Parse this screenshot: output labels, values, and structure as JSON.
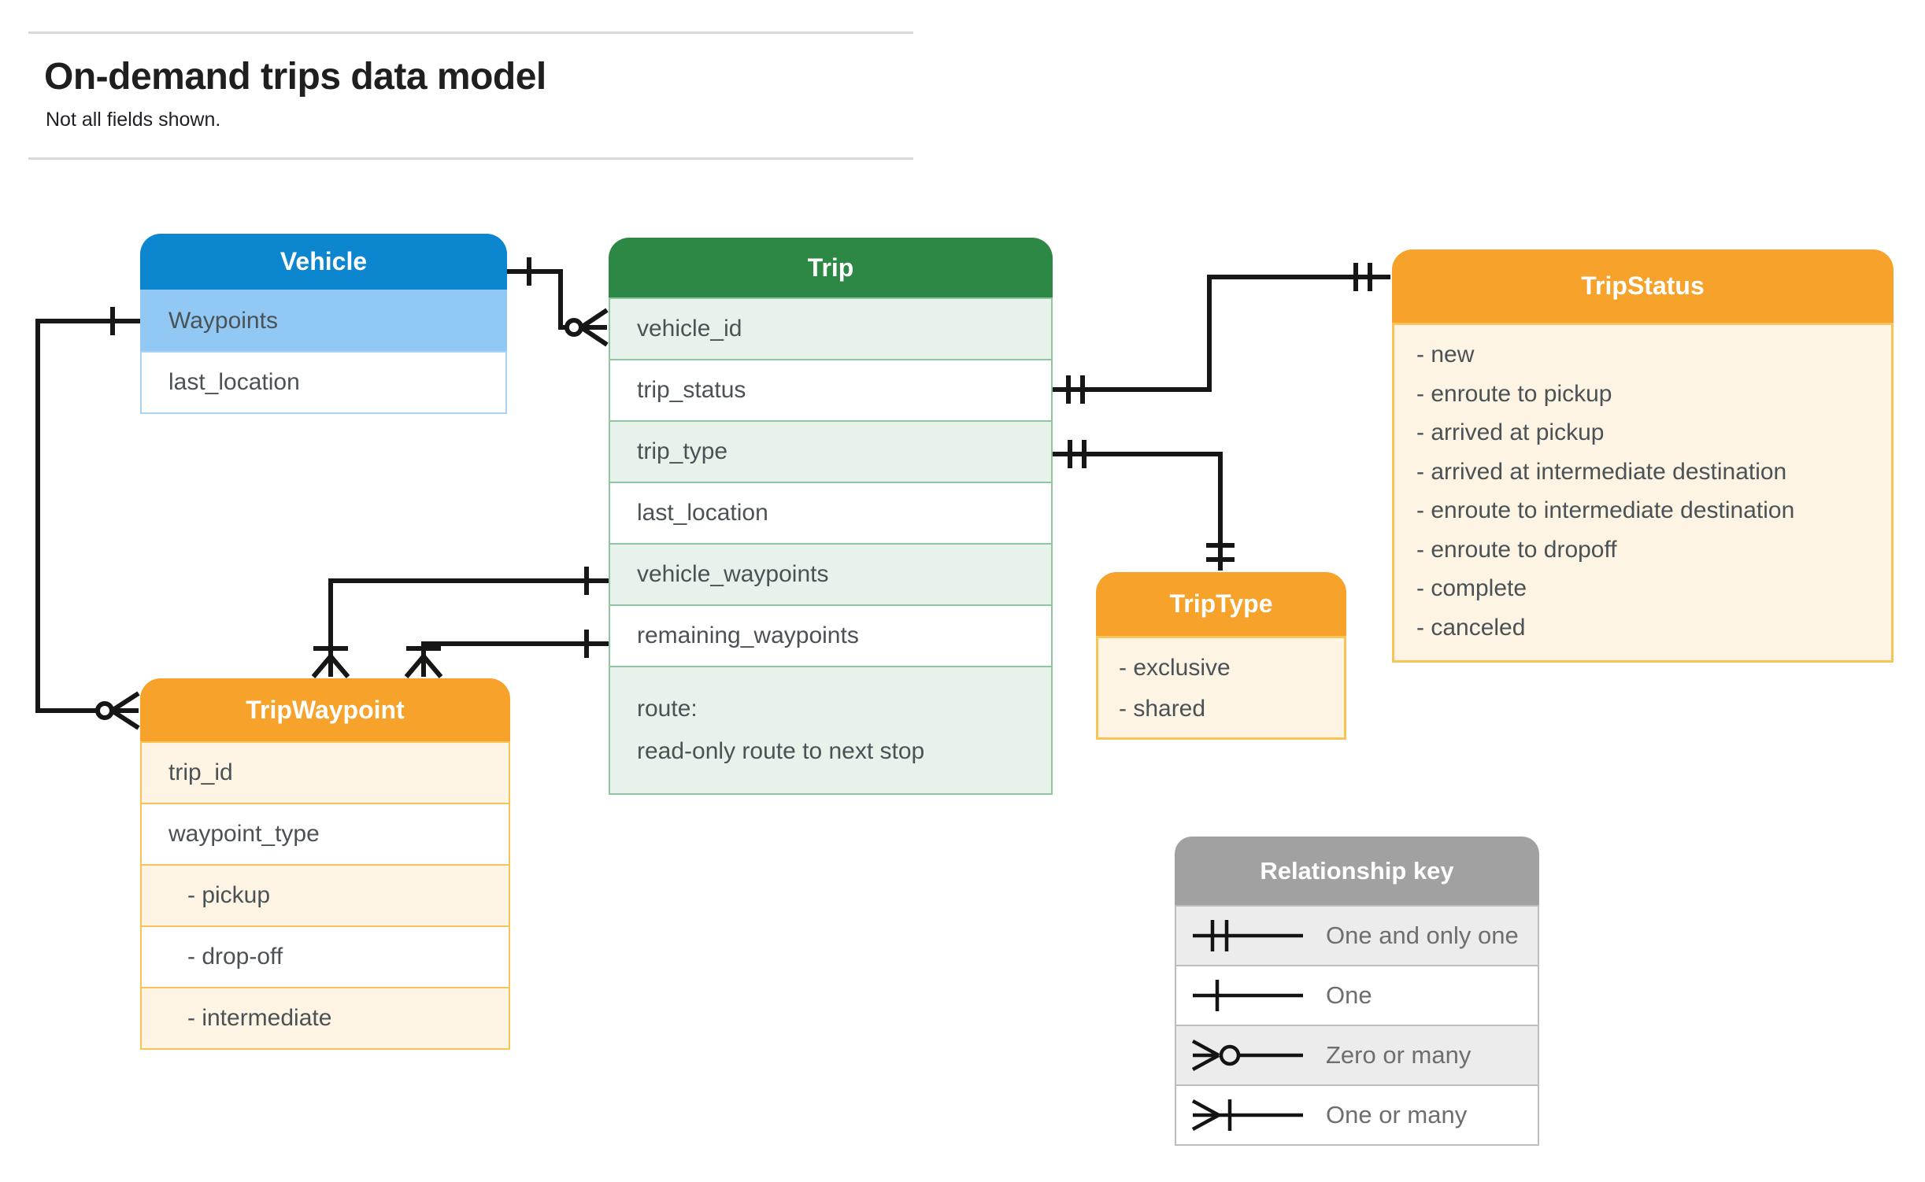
{
  "page": {
    "title": "On-demand trips data model",
    "subtitle": "Not all fields shown."
  },
  "colors": {
    "blue-header": "#0d86d0",
    "blue-row": "#92c8f4",
    "blue-border": "#a9d2f4",
    "green-header": "#2e8845",
    "green-row": "#e7f2ea",
    "green-border": "#8fc5a0",
    "orange-header": "#f6a22b",
    "cream-row": "#fdf4e4",
    "orange-border": "#f9c457",
    "gray-header": "#a1a1a1",
    "gray-row": "#ececec",
    "gray-border": "#bdbdbd",
    "connector": "#161616",
    "row-text": "#4b5256",
    "legend-text": "#6e6e6e",
    "title-text": "#1f1f1f"
  },
  "entities": {
    "vehicle": {
      "title": "Vehicle",
      "rows": [
        "Waypoints",
        "last_location"
      ]
    },
    "trip": {
      "title": "Trip",
      "rows": [
        "vehicle_id",
        "trip_status",
        "trip_type",
        "last_location",
        "vehicle_waypoints",
        "remaining_waypoints"
      ],
      "route_line1": "route:",
      "route_line2": "read-only route to next stop"
    },
    "tripstatus": {
      "title": "TripStatus",
      "items": [
        "- new",
        "- enroute to pickup",
        "- arrived at pickup",
        "- arrived at intermediate destination",
        "- enroute to intermediate destination",
        "- enroute to dropoff",
        "- complete",
        "- canceled"
      ]
    },
    "triptype": {
      "title": "TripType",
      "items": [
        "- exclusive",
        "- shared"
      ]
    },
    "tripwaypoint": {
      "title": "TripWaypoint",
      "rows": [
        "trip_id",
        "waypoint_type",
        "- pickup",
        "- drop-off",
        "- intermediate"
      ]
    }
  },
  "relationships": [
    {
      "from": "Vehicle",
      "to": "Trip.vehicle_id",
      "from_cardinality": "one",
      "to_cardinality": "zero or many"
    },
    {
      "from": "Vehicle.Waypoints",
      "to": "TripWaypoint",
      "from_cardinality": "one",
      "to_cardinality": "zero or many"
    },
    {
      "from": "Trip.vehicle_waypoints",
      "to": "TripWaypoint",
      "from_cardinality": "one",
      "to_cardinality": "one or many"
    },
    {
      "from": "Trip.remaining_waypoints",
      "to": "TripWaypoint",
      "from_cardinality": "one",
      "to_cardinality": "one or many"
    },
    {
      "from": "Trip.trip_status",
      "to": "TripStatus",
      "from_cardinality": "one and only one",
      "to_cardinality": "one and only one"
    },
    {
      "from": "Trip.trip_type",
      "to": "TripType",
      "from_cardinality": "one and only one",
      "to_cardinality": "one and only one"
    }
  ],
  "legend": {
    "title": "Relationship key",
    "items": [
      {
        "symbol": "one-and-only-one",
        "label": "One and only one"
      },
      {
        "symbol": "one",
        "label": "One"
      },
      {
        "symbol": "zero-or-many",
        "label": "Zero or many"
      },
      {
        "symbol": "one-or-many",
        "label": "One or many"
      }
    ]
  }
}
